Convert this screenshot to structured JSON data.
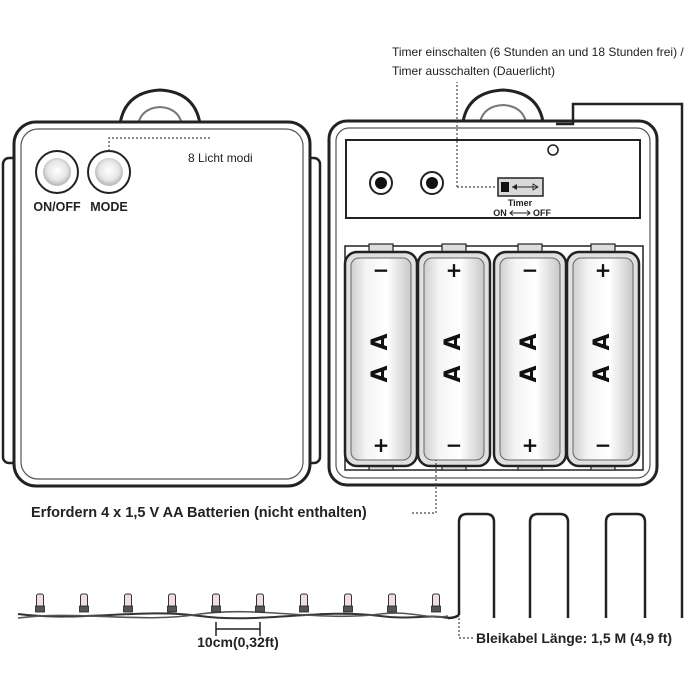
{
  "labels": {
    "timer_note_line1": "Timer einschalten (6 Stunden an und 18 Stunden frei) /",
    "timer_note_line2": "Timer ausschalten (Dauerlicht)",
    "light_modes": "8 Licht modi",
    "btn_onoff": "ON/OFF",
    "btn_mode": "MODE",
    "timer_switch": "Timer",
    "timer_on": "ON",
    "timer_off": "OFF",
    "battery_note": "Erfordern 4 x 1,5 V AA Batterien (nicht enthalten)",
    "spacing": "10cm(0,32ft)",
    "cable_length": "Bleikabel Länge: 1,5 M (4,9 ft)"
  },
  "batteries": [
    {
      "type": "A A",
      "top_sign": "−",
      "bottom_sign": "+"
    },
    {
      "type": "A A",
      "top_sign": "+",
      "bottom_sign": "−"
    },
    {
      "type": "A A",
      "top_sign": "−",
      "bottom_sign": "+"
    },
    {
      "type": "A A",
      "top_sign": "+",
      "bottom_sign": "−"
    }
  ],
  "led_count": 10
}
